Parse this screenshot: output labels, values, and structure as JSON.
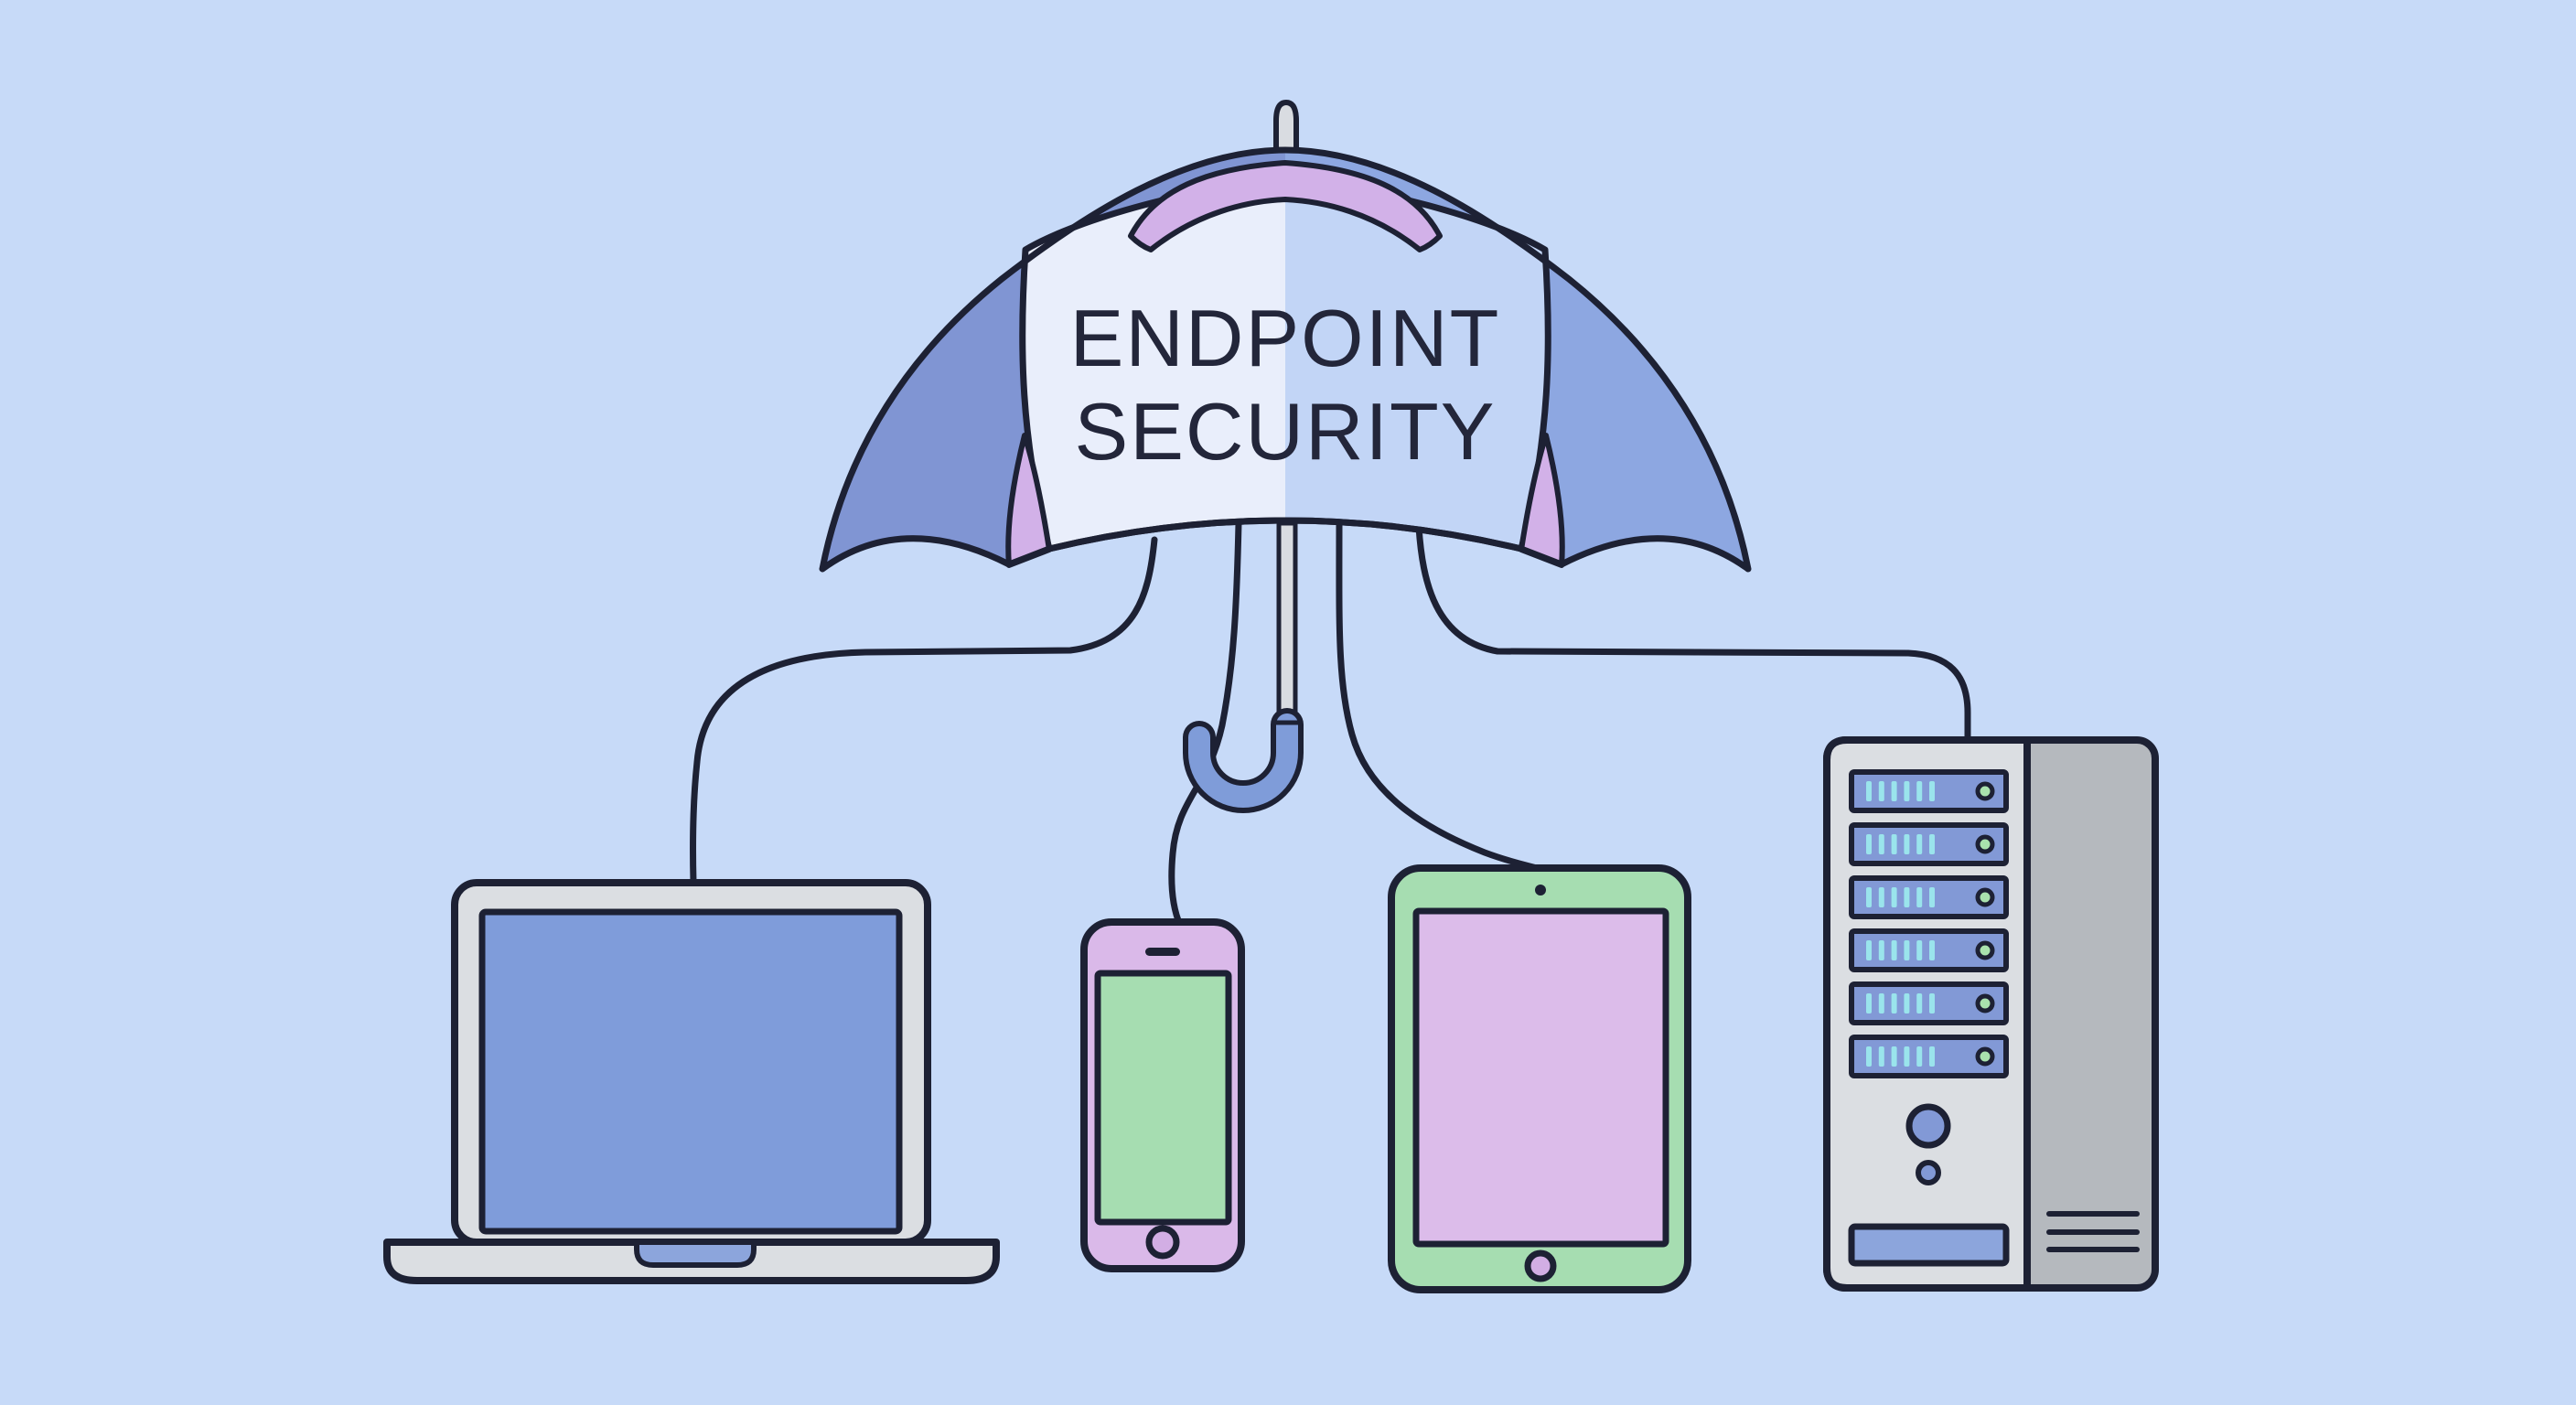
{
  "illustration": {
    "label_line1": "ENDPOINT",
    "label_line2": "SECURITY"
  },
  "devices": {
    "laptop": {
      "name": "laptop"
    },
    "smartphone": {
      "name": "smartphone"
    },
    "tablet": {
      "name": "tablet"
    },
    "server": {
      "name": "server tower",
      "drive_bays": 6,
      "indicator_ticks_per_bay": 6
    }
  },
  "palette": {
    "background": "#c7daf8",
    "outline": "#1d2134",
    "canopy_left": "#8095d3",
    "canopy_right": "#8da7e1",
    "panel_left": "#e9eefb",
    "panel_right": "#c2d5f6",
    "accent_purple": "#d2b1e8",
    "pole_gray": "#d9dce1",
    "handle_blue": "#7f9cd9",
    "device_gray": "#dbdee2",
    "server_side_gray": "#b5b9be",
    "screen_blue": "#7f9cda",
    "bay_blue": "#8299d6",
    "slot_blue": "#8ca5dc",
    "tick_cyan": "#9ae4ec",
    "led_green": "#a9e2ad",
    "phone_purple": "#dab9e9",
    "screen_green": "#a6ddb1",
    "tablet_screen_purple": "#dcbcea",
    "home_button_purple": "#d2aee4",
    "text_color": "#23263a"
  }
}
